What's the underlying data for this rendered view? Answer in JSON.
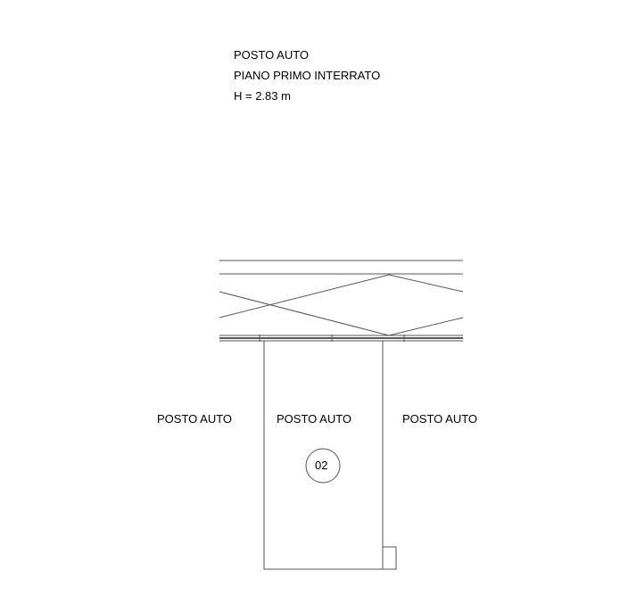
{
  "header": {
    "line1": "POSTO AUTO",
    "line2": "PIANO PRIMO INTERRATO",
    "line3": "H = 2.83 m"
  },
  "labels": {
    "left": "POSTO AUTO",
    "center": "POSTO AUTO",
    "right": "POSTO AUTO"
  },
  "space_number": "02"
}
